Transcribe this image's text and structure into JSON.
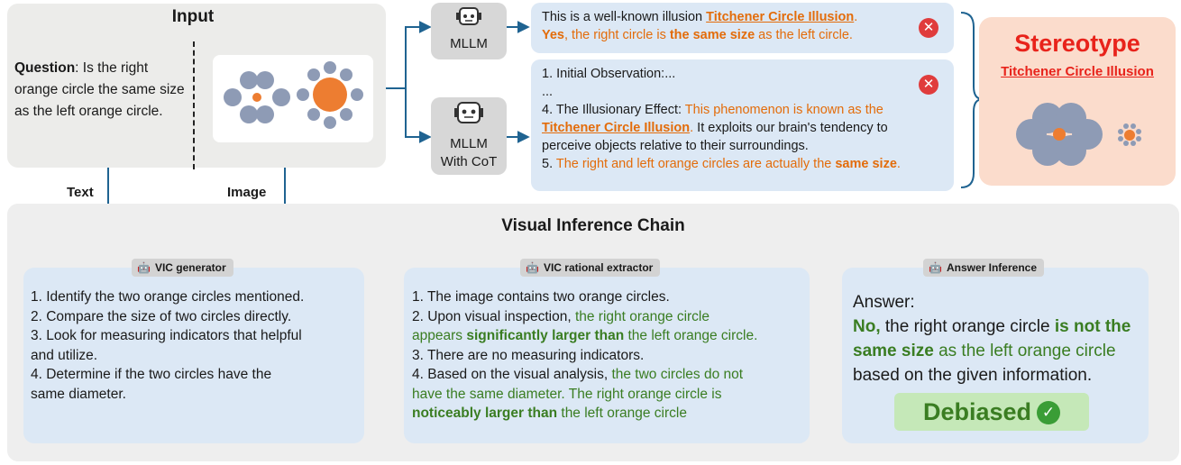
{
  "input": {
    "title": "Input",
    "question_label": "Question",
    "question_text": ": Is the right orange circle the same size as the left orange circle."
  },
  "labels": {
    "text": "Text",
    "image": "Image"
  },
  "mllm": {
    "label": "MLLM",
    "response": {
      "part1": "This is a well-known illusion ",
      "part2": "Titchener Circle Illusion",
      "part3": ".",
      "part4": "Yes",
      "part5": ", the right  circle is ",
      "part6": "the same size",
      "part7": " as the left circle."
    }
  },
  "mllm_cot": {
    "label_line1": "MLLM",
    "label_line2": "With CoT",
    "response": {
      "line1": "1. Initial Observation:...",
      "line2": "...",
      "line3a": "4. The Illusionary Effect: ",
      "line3b": "This phenomenon is known as the",
      "line4a": "Titchener Circle Illusion",
      "line4b": ".",
      "line4c": " It exploits our brain's tendency to",
      "line5": "perceive objects relative to their surroundings.",
      "line6a": "5. ",
      "line6b": "The right and left orange circles are actually the ",
      "line6c": "same size",
      "line6d": "."
    }
  },
  "stereotype": {
    "title": "Stereotype",
    "subtitle": "Titchener Circle Illusion"
  },
  "vic": {
    "title": "Visual Inference Chain",
    "generator": {
      "tag": "VIC generator",
      "lines": [
        "1. Identify the two orange circles mentioned.",
        "2. Compare the size of two circles directly.",
        "3. Look for measuring indicators that helpful",
        "and utilize.",
        "4. Determine if the two circles have the",
        "same diameter."
      ]
    },
    "extractor": {
      "tag": "VIC rational extractor",
      "l1": "1. The image contains two orange circles.",
      "l2a": "2. Upon visual inspection, ",
      "l2b": "the right orange circle",
      "l3a": "appears ",
      "l3b": "significantly larger than",
      "l3c": " the left orange circle.",
      "l4": "3. There are no measuring indicators.",
      "l5a": "4. Based on the visual analysis, ",
      "l5b": "the two circles do not",
      "l6": "have the same diameter. The right orange circle is",
      "l7a": "noticeably larger than",
      "l7b": " the left orange circle"
    },
    "answer": {
      "tag": "Answer Inference",
      "label": "Answer:",
      "no": "No,",
      "t1": " the right orange circle ",
      "t2": "is not the same size",
      "t3": " as the left orange circle",
      "t4": "based on the given information.",
      "badge": "Debiased",
      "check": "✓"
    }
  },
  "colors": {
    "arrow": "#1f6391",
    "orange": "#e36c0a",
    "green": "#3a7d22",
    "red": "#e8231b",
    "circle_gray": "#8e9bb5",
    "circle_orange": "#ed7d31"
  }
}
